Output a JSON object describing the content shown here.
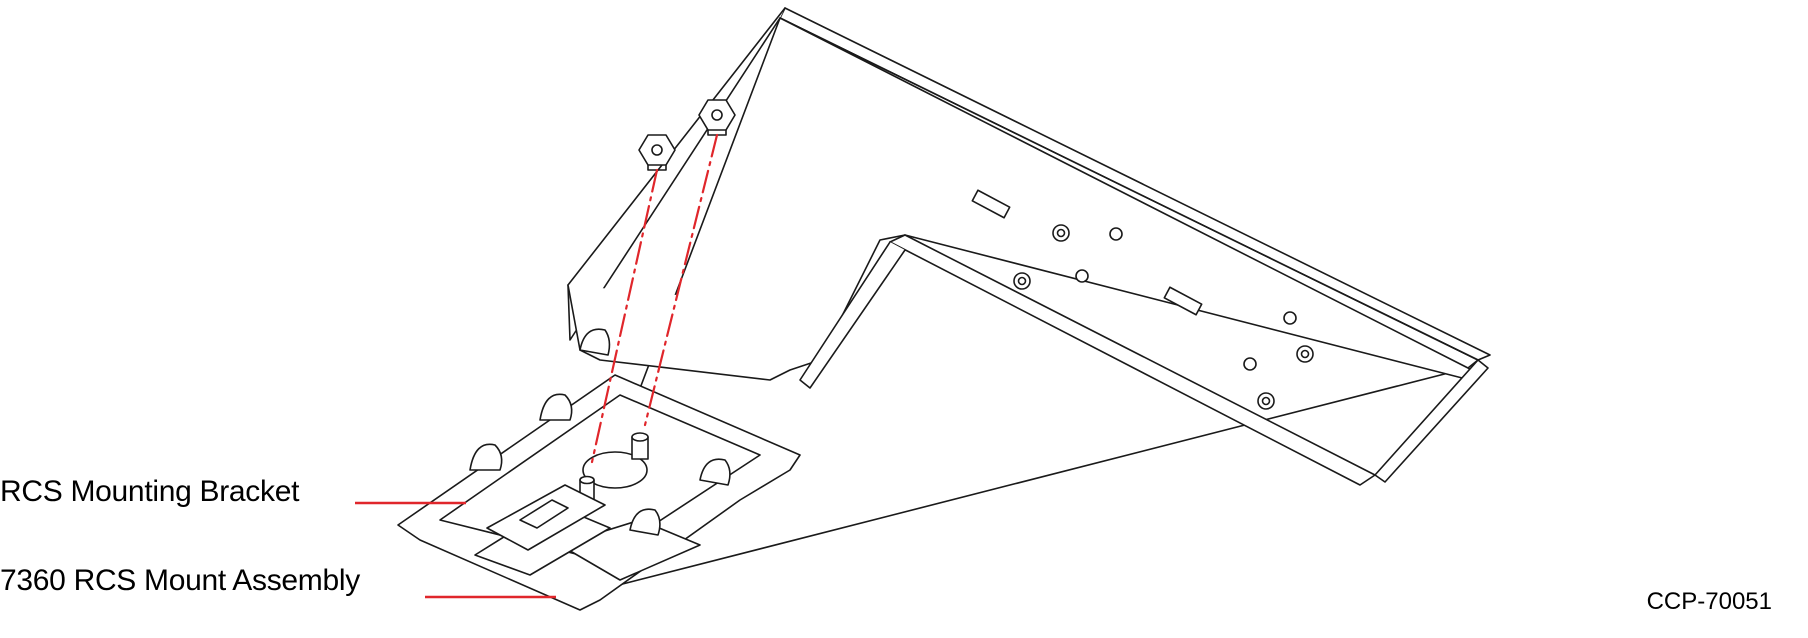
{
  "callouts": {
    "bracket_label": "RCS Mounting Bracket",
    "assembly_label": "7360 RCS Mount Assembly"
  },
  "drawing_code": "CCP-70051",
  "colors": {
    "leader_line": "#e0262b",
    "outline": "#1a1a1a",
    "background": "#ffffff"
  }
}
